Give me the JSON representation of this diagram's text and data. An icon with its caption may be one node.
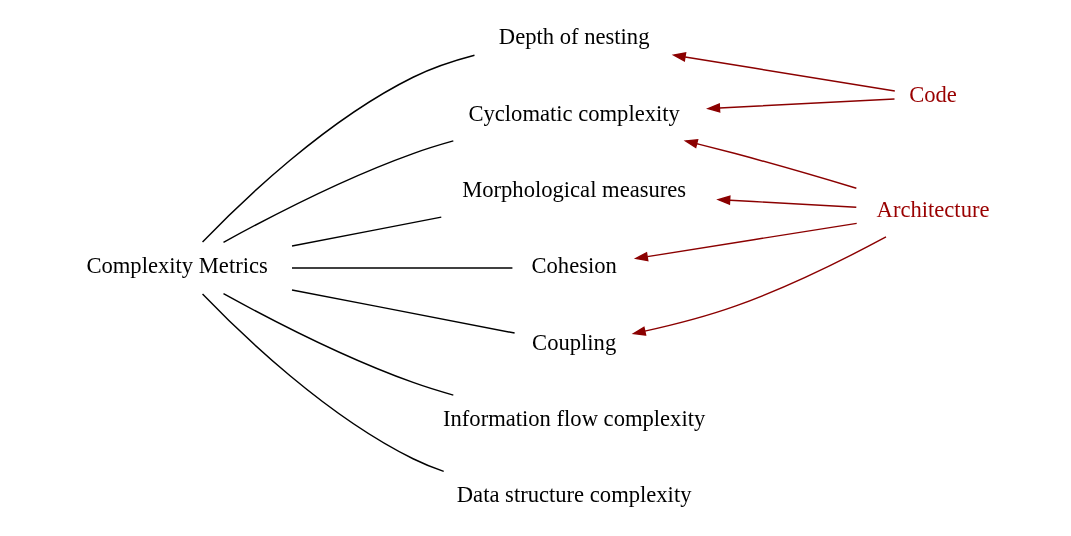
{
  "diagram": {
    "nodes": [
      {
        "text": [
          "Complexity Metrics"
        ]
      },
      {
        "text": [
          "Depth of nesting"
        ]
      },
      {
        "text": [
          "Cyclomatic complexity"
        ]
      },
      {
        "text": [
          "Morphological measures"
        ]
      },
      {
        "text": [
          "Cohesion"
        ]
      },
      {
        "text": [
          "Coupling"
        ]
      },
      {
        "text": [
          "Information flow complexity"
        ]
      },
      {
        "text": [
          "Data structure complexity"
        ]
      },
      {
        "text": [
          "Code"
        ]
      },
      {
        "text": [
          "Architecture"
        ]
      }
    ],
    "edges": [
      {
        "from": 0,
        "to": 1,
        "arrow": "none"
      },
      {
        "from": 0,
        "to": 2,
        "arrow": "none"
      },
      {
        "from": 0,
        "to": 3,
        "arrow": "none"
      },
      {
        "from": 0,
        "to": 4,
        "arrow": "none"
      },
      {
        "from": 0,
        "to": 5,
        "arrow": "none"
      },
      {
        "from": 0,
        "to": 6,
        "arrow": "none"
      },
      {
        "from": 0,
        "to": 7,
        "arrow": "none"
      },
      {
        "from": 8,
        "to": 1,
        "arrow": "to",
        "color": "#8b0000"
      },
      {
        "from": 8,
        "to": 2,
        "arrow": "to",
        "color": "#8b0000"
      },
      {
        "from": 9,
        "to": 2,
        "arrow": "to",
        "color": "#8b0000"
      },
      {
        "from": 9,
        "to": 3,
        "arrow": "to",
        "color": "#8b0000"
      },
      {
        "from": 9,
        "to": 4,
        "arrow": "to",
        "color": "#8b0000"
      },
      {
        "from": 9,
        "to": 5,
        "arrow": "to",
        "color": "#8b0000"
      }
    ]
  }
}
